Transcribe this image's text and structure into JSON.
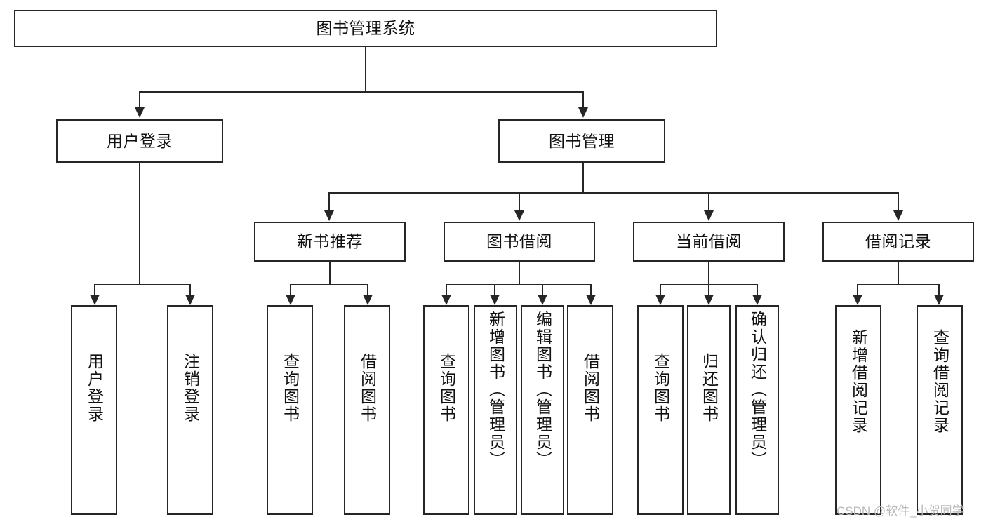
{
  "diagram": {
    "title_node": {
      "label": "图书管理系统"
    },
    "level2": [
      {
        "id": "user-login",
        "label": "用户登录"
      },
      {
        "id": "book-manage",
        "label": "图书管理"
      }
    ],
    "level3": [
      {
        "id": "new-book-recommend",
        "label": "新书推荐"
      },
      {
        "id": "book-borrow",
        "label": "图书借阅"
      },
      {
        "id": "current-borrow",
        "label": "当前借阅"
      },
      {
        "id": "borrow-record",
        "label": "借阅记录"
      }
    ],
    "leaves": {
      "user_login": [
        {
          "id": "leaf-user-login",
          "label": "用户登录"
        },
        {
          "id": "leaf-user-logout",
          "label": "注销登录"
        }
      ],
      "new_book_recommend": [
        {
          "id": "leaf-query-book-1",
          "label": "查询图书"
        },
        {
          "id": "leaf-borrow-book-1",
          "label": "借阅图书"
        }
      ],
      "book_borrow": [
        {
          "id": "leaf-query-book-2",
          "label": "查询图书"
        },
        {
          "id": "leaf-add-book",
          "label": "新增图书（管理员）"
        },
        {
          "id": "leaf-edit-book",
          "label": "编辑图书（管理员）"
        },
        {
          "id": "leaf-borrow-book-2",
          "label": "借阅图书"
        }
      ],
      "current_borrow": [
        {
          "id": "leaf-query-book-3",
          "label": "查询图书"
        },
        {
          "id": "leaf-return-book",
          "label": "归还图书"
        },
        {
          "id": "leaf-confirm-return",
          "label": "确认归还（管理员）"
        }
      ],
      "borrow_record": [
        {
          "id": "leaf-add-record",
          "label": "新增借阅记录"
        },
        {
          "id": "leaf-query-record",
          "label": "查询借阅记录"
        }
      ]
    }
  },
  "watermark": {
    "text": "CSDN @软件_小贺同学"
  },
  "colors": {
    "stroke": "#262626",
    "fill": "#ffffff",
    "text": "#111111",
    "watermark": "#b9b9b9"
  }
}
